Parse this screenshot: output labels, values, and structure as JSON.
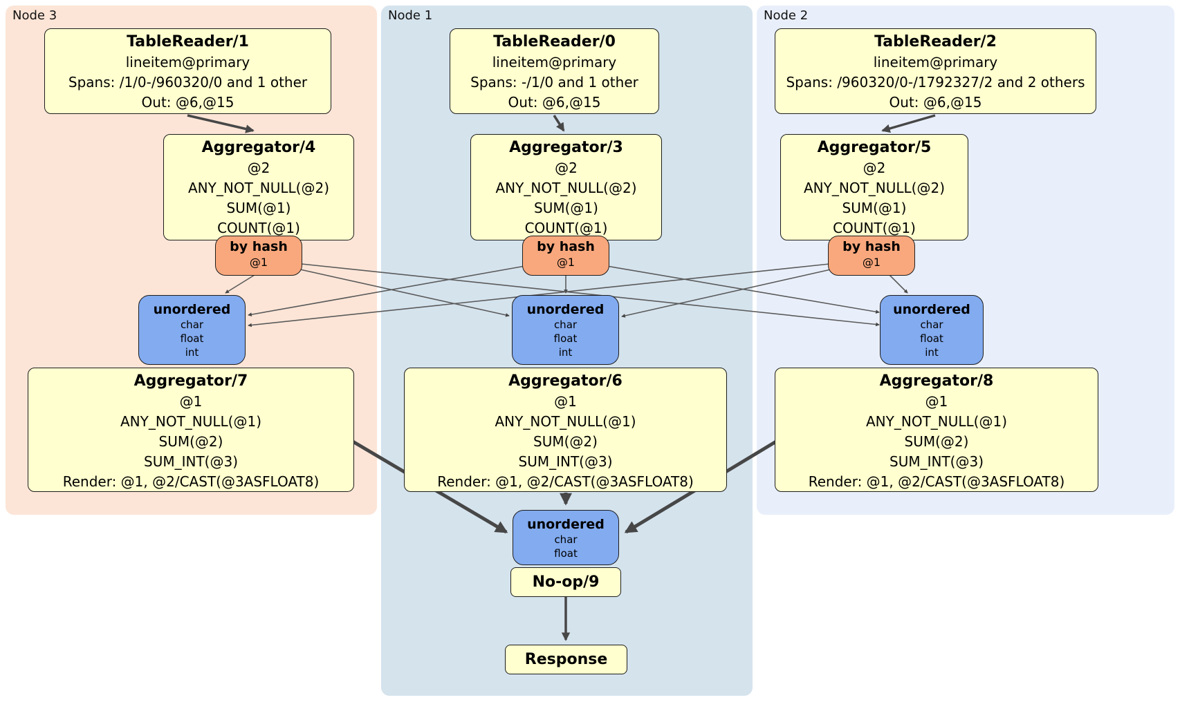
{
  "diagram": {
    "regions": {
      "node3": {
        "label": "Node 3",
        "bg": "#fce5d7"
      },
      "node1": {
        "label": "Node 1",
        "bg": "#d5e3ed"
      },
      "node2": {
        "label": "Node 2",
        "bg": "#e9effa"
      }
    },
    "processors": {
      "tr1": {
        "title": "TableReader/1",
        "lines": [
          "lineitem@primary",
          "Spans: /1/0-/960320/0 and 1 other",
          "Out: @6,@15"
        ]
      },
      "tr0": {
        "title": "TableReader/0",
        "lines": [
          "lineitem@primary",
          "Spans: -/1/0 and 1 other",
          "Out: @6,@15"
        ]
      },
      "tr2": {
        "title": "TableReader/2",
        "lines": [
          "lineitem@primary",
          "Spans: /960320/0-/1792327/2 and 2 others",
          "Out: @6,@15"
        ]
      },
      "agg4": {
        "title": "Aggregator/4",
        "lines": [
          "@2",
          "ANY_NOT_NULL(@2)",
          "SUM(@1)",
          "COUNT(@1)"
        ]
      },
      "agg3": {
        "title": "Aggregator/3",
        "lines": [
          "@2",
          "ANY_NOT_NULL(@2)",
          "SUM(@1)",
          "COUNT(@1)"
        ]
      },
      "agg5": {
        "title": "Aggregator/5",
        "lines": [
          "@2",
          "ANY_NOT_NULL(@2)",
          "SUM(@1)",
          "COUNT(@1)"
        ]
      },
      "agg7": {
        "title": "Aggregator/7",
        "lines": [
          "@1",
          "ANY_NOT_NULL(@1)",
          "SUM(@2)",
          "SUM_INT(@3)",
          "Render: @1, @2/CAST(@3ASFLOAT8)"
        ]
      },
      "agg6": {
        "title": "Aggregator/6",
        "lines": [
          "@1",
          "ANY_NOT_NULL(@1)",
          "SUM(@2)",
          "SUM_INT(@3)",
          "Render: @1, @2/CAST(@3ASFLOAT8)"
        ]
      },
      "agg8": {
        "title": "Aggregator/8",
        "lines": [
          "@1",
          "ANY_NOT_NULL(@1)",
          "SUM(@2)",
          "SUM_INT(@3)",
          "Render: @1, @2/CAST(@3ASFLOAT8)"
        ]
      },
      "noop": {
        "title": "No-op/9"
      },
      "response": {
        "title": "Response"
      }
    },
    "routers": {
      "hash4": {
        "title": "by hash",
        "detail": "@1"
      },
      "hash3": {
        "title": "by hash",
        "detail": "@1"
      },
      "hash5": {
        "title": "by hash",
        "detail": "@1"
      }
    },
    "syncs": {
      "sync7": {
        "title": "unordered",
        "types": [
          "char",
          "float",
          "int"
        ]
      },
      "sync6": {
        "title": "unordered",
        "types": [
          "char",
          "float",
          "int"
        ]
      },
      "sync8": {
        "title": "unordered",
        "types": [
          "char",
          "float",
          "int"
        ]
      },
      "sync9": {
        "title": "unordered",
        "types": [
          "char",
          "float"
        ]
      }
    },
    "edges": [
      {
        "from": "tr1",
        "to": "agg4",
        "style": "medium"
      },
      {
        "from": "tr0",
        "to": "agg3",
        "style": "medium"
      },
      {
        "from": "tr2",
        "to": "agg5",
        "style": "medium"
      },
      {
        "from": "hash4",
        "to": "sync7",
        "style": "thin"
      },
      {
        "from": "hash4",
        "to": "sync6",
        "style": "thin"
      },
      {
        "from": "hash4",
        "to": "sync8",
        "style": "thin"
      },
      {
        "from": "hash3",
        "to": "sync7",
        "style": "thin"
      },
      {
        "from": "hash3",
        "to": "sync6",
        "style": "thin"
      },
      {
        "from": "hash3",
        "to": "sync8",
        "style": "thin"
      },
      {
        "from": "hash5",
        "to": "sync7",
        "style": "thin"
      },
      {
        "from": "hash5",
        "to": "sync6",
        "style": "thin"
      },
      {
        "from": "hash5",
        "to": "sync8",
        "style": "thin"
      },
      {
        "from": "agg7",
        "to": "sync9",
        "style": "thick"
      },
      {
        "from": "agg6",
        "to": "sync9",
        "style": "thick"
      },
      {
        "from": "agg8",
        "to": "sync9",
        "style": "thick"
      },
      {
        "from": "noop",
        "to": "response",
        "style": "medium"
      }
    ],
    "colors": {
      "processor_fill": "#ffffcf",
      "router_fill": "#f9a87d",
      "sync_fill": "#82abf0",
      "node3_bg": "#fce5d7",
      "node1_bg": "#d5e3ed",
      "node2_bg": "#e9effa",
      "edge": "#4d4d4d"
    }
  }
}
